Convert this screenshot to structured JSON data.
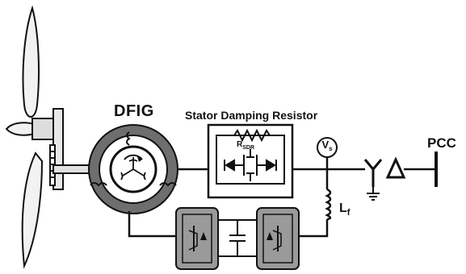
{
  "labels": {
    "generator": "DFIG",
    "stator_damping_resistor": "Stator Damping Resistor",
    "resistor_symbol": "R",
    "resistor_subscript": "SDR",
    "voltage_symbol": "V",
    "voltage_subscript": "s",
    "filter_inductor_symbol": "L",
    "filter_inductor_subscript": "f",
    "point_of_common_coupling": "PCC"
  },
  "colors": {
    "line": "#111111",
    "converter_fill": "#9a9a9a",
    "blade_fill": "#f2f2f2",
    "generator_ring": "#6e6e6e"
  }
}
